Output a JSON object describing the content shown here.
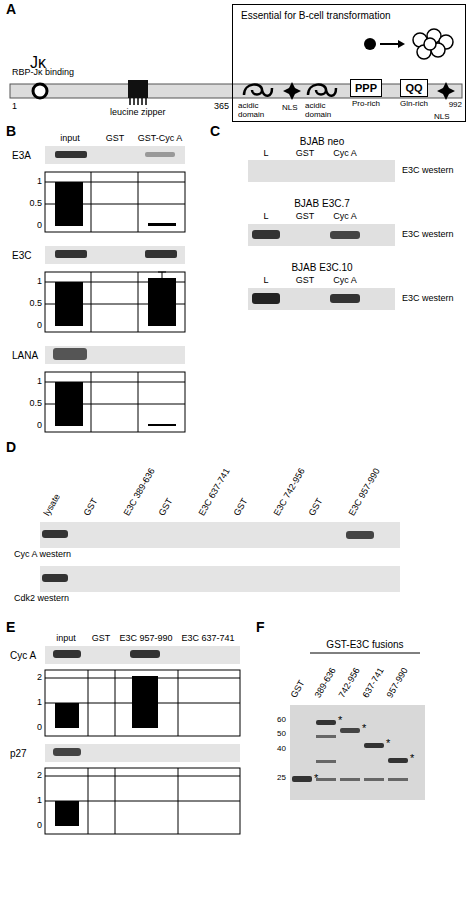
{
  "diagram": {
    "nodes": [
      {
        "text": [
          "Essential for B-cell transformation"
        ]
      },
      {
        "text": [
          "PPP",
          "Pro-rich"
        ],
        "in": 0
      },
      {
        "text": [
          "QQ",
          "Gln-rich"
        ],
        "in": 0
      }
    ],
    "labels": [
      "A",
      "Jκ",
      "RBP-Jκ binding",
      "leucine zipper",
      "1",
      "365",
      "acidic domain",
      "NLS",
      "acidic domain",
      "NLS",
      "992",
      "B",
      "input",
      "GST",
      "GST-Cyc A",
      "E3A",
      "1",
      "0.5",
      "0",
      "E3C",
      "1",
      "0.5",
      "0",
      "LANA",
      "1",
      "0.5",
      "0",
      "C",
      "BJAB neo",
      "L",
      "GST",
      "Cyc A",
      "E3C western",
      "BJAB E3C.7",
      "L",
      "GST",
      "Cyc A",
      "E3C western",
      "BJAB E3C.10",
      "L",
      "GST",
      "Cyc A",
      "E3C western",
      "D",
      "lysate",
      "GST",
      "E3C 389-636",
      "GST",
      "E3C 637-741",
      "GST",
      "E3C 742-956",
      "GST",
      "E3C 957-990",
      "Cyc A western",
      "Cdk2 western",
      "E",
      "input",
      "GST",
      "E3C 957-990",
      "E3C 637-741",
      "Cyc A",
      "2",
      "1",
      "0",
      "p27",
      "2",
      "1",
      "0",
      "F",
      "GST-E3C fusions",
      "GST",
      "389-636",
      "742-956",
      "637-741",
      "957-990",
      "60",
      "50",
      "40",
      "25",
      "*",
      "*",
      "*",
      "*",
      "*"
    ]
  }
}
